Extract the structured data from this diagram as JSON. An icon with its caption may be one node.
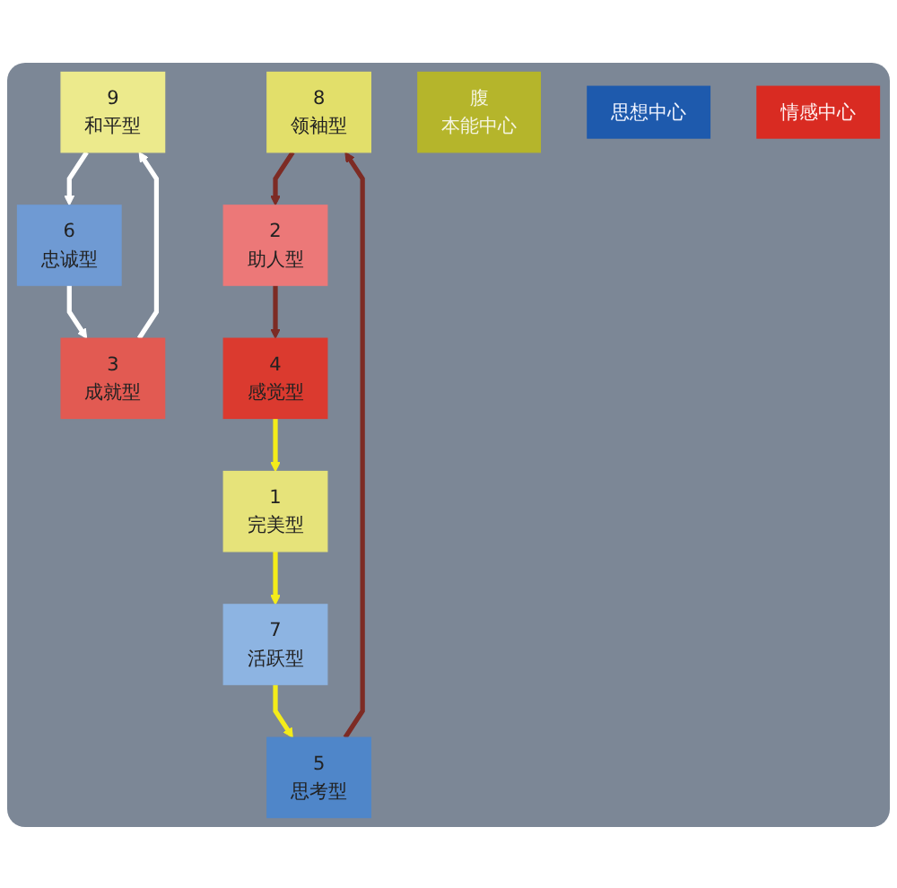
{
  "diagram": {
    "nodes": [
      {
        "text": [
          "9",
          "和平型"
        ]
      },
      {
        "text": [
          "8",
          "领袖型"
        ]
      },
      {
        "text": [
          "1",
          "完美型"
        ]
      },
      {
        "text": [
          "7",
          "活跃型"
        ]
      },
      {
        "text": [
          "2",
          "助人型"
        ]
      },
      {
        "text": [
          "6",
          "忠诚型"
        ]
      },
      {
        "text": [
          "3",
          "成就型"
        ]
      },
      {
        "text": [
          "5",
          "思考型"
        ]
      },
      {
        "text": [
          "4",
          "感觉型"
        ]
      },
      {
        "text": [
          "腹",
          "本能中心"
        ]
      },
      {
        "text": [
          "思想中心"
        ]
      },
      {
        "text": [
          "情感中心"
        ]
      }
    ],
    "edges": [
      {
        "from": 0,
        "to": 5,
        "arrow": "to",
        "color": "#ffffff"
      },
      {
        "from": 5,
        "to": 6,
        "arrow": "to",
        "color": "#ffffff"
      },
      {
        "from": 6,
        "to": 0,
        "arrow": "to",
        "color": "#ffffff"
      },
      {
        "from": 2,
        "to": 3,
        "arrow": "to",
        "color": "#f4ec1a"
      },
      {
        "from": 3,
        "to": 7,
        "arrow": "to",
        "color": "#f4ec1a"
      },
      {
        "from": 8,
        "to": 2,
        "arrow": "to",
        "color": "#f4ec1a"
      },
      {
        "from": 7,
        "to": 1,
        "arrow": "to",
        "color": "#7d2b24"
      },
      {
        "from": 1,
        "to": 4,
        "arrow": "to",
        "color": "#7d2b24"
      },
      {
        "from": 4,
        "to": 8,
        "arrow": "to",
        "color": "#7d2b24"
      }
    ]
  }
}
